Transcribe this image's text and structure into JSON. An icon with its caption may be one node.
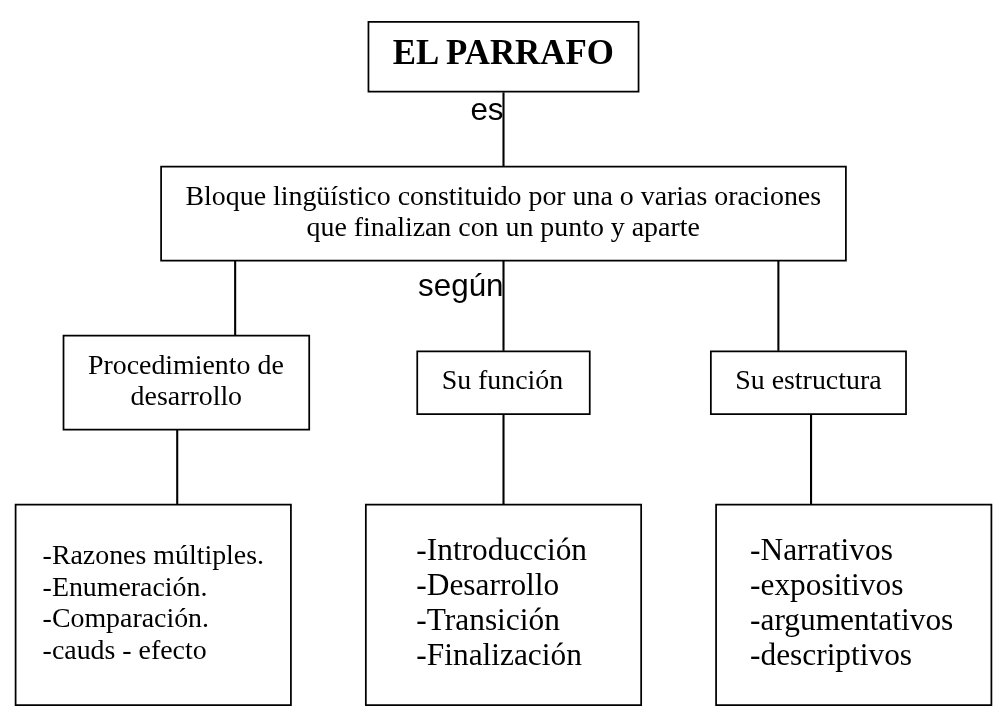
{
  "diagram": {
    "nodes": [
      {
        "text": [
          "EL PARRAFO"
        ]
      },
      {
        "text": [
          "Bloque lingüístico constituido por una o varias oraciones que finalizan con un punto y aparte"
        ]
      },
      {
        "text": [
          "Procedimiento de desarrollo"
        ]
      },
      {
        "text": [
          "Su función"
        ]
      },
      {
        "text": [
          "Su estructura"
        ]
      },
      {
        "text": [
          "-Razones múltiples.",
          "-Enumeración.",
          "-Comparación.",
          "-cauds - efecto"
        ]
      },
      {
        "text": [
          "-Introducción",
          "-Desarrollo",
          "-Transición",
          "-Finalización"
        ]
      },
      {
        "text": [
          "-Narrativos",
          "-expositivos",
          "-argumentativos",
          "-descriptivos"
        ]
      }
    ],
    "edges": [
      {
        "from": 0,
        "to": 1,
        "arrow": "none",
        "label": "es"
      },
      {
        "from": 1,
        "to": 2,
        "arrow": "none"
      },
      {
        "from": 1,
        "to": 3,
        "arrow": "none",
        "label": "según"
      },
      {
        "from": 1,
        "to": 4,
        "arrow": "none"
      },
      {
        "from": 2,
        "to": 5,
        "arrow": "none"
      },
      {
        "from": 3,
        "to": 6,
        "arrow": "none"
      },
      {
        "from": 4,
        "to": 7,
        "arrow": "none"
      }
    ]
  }
}
